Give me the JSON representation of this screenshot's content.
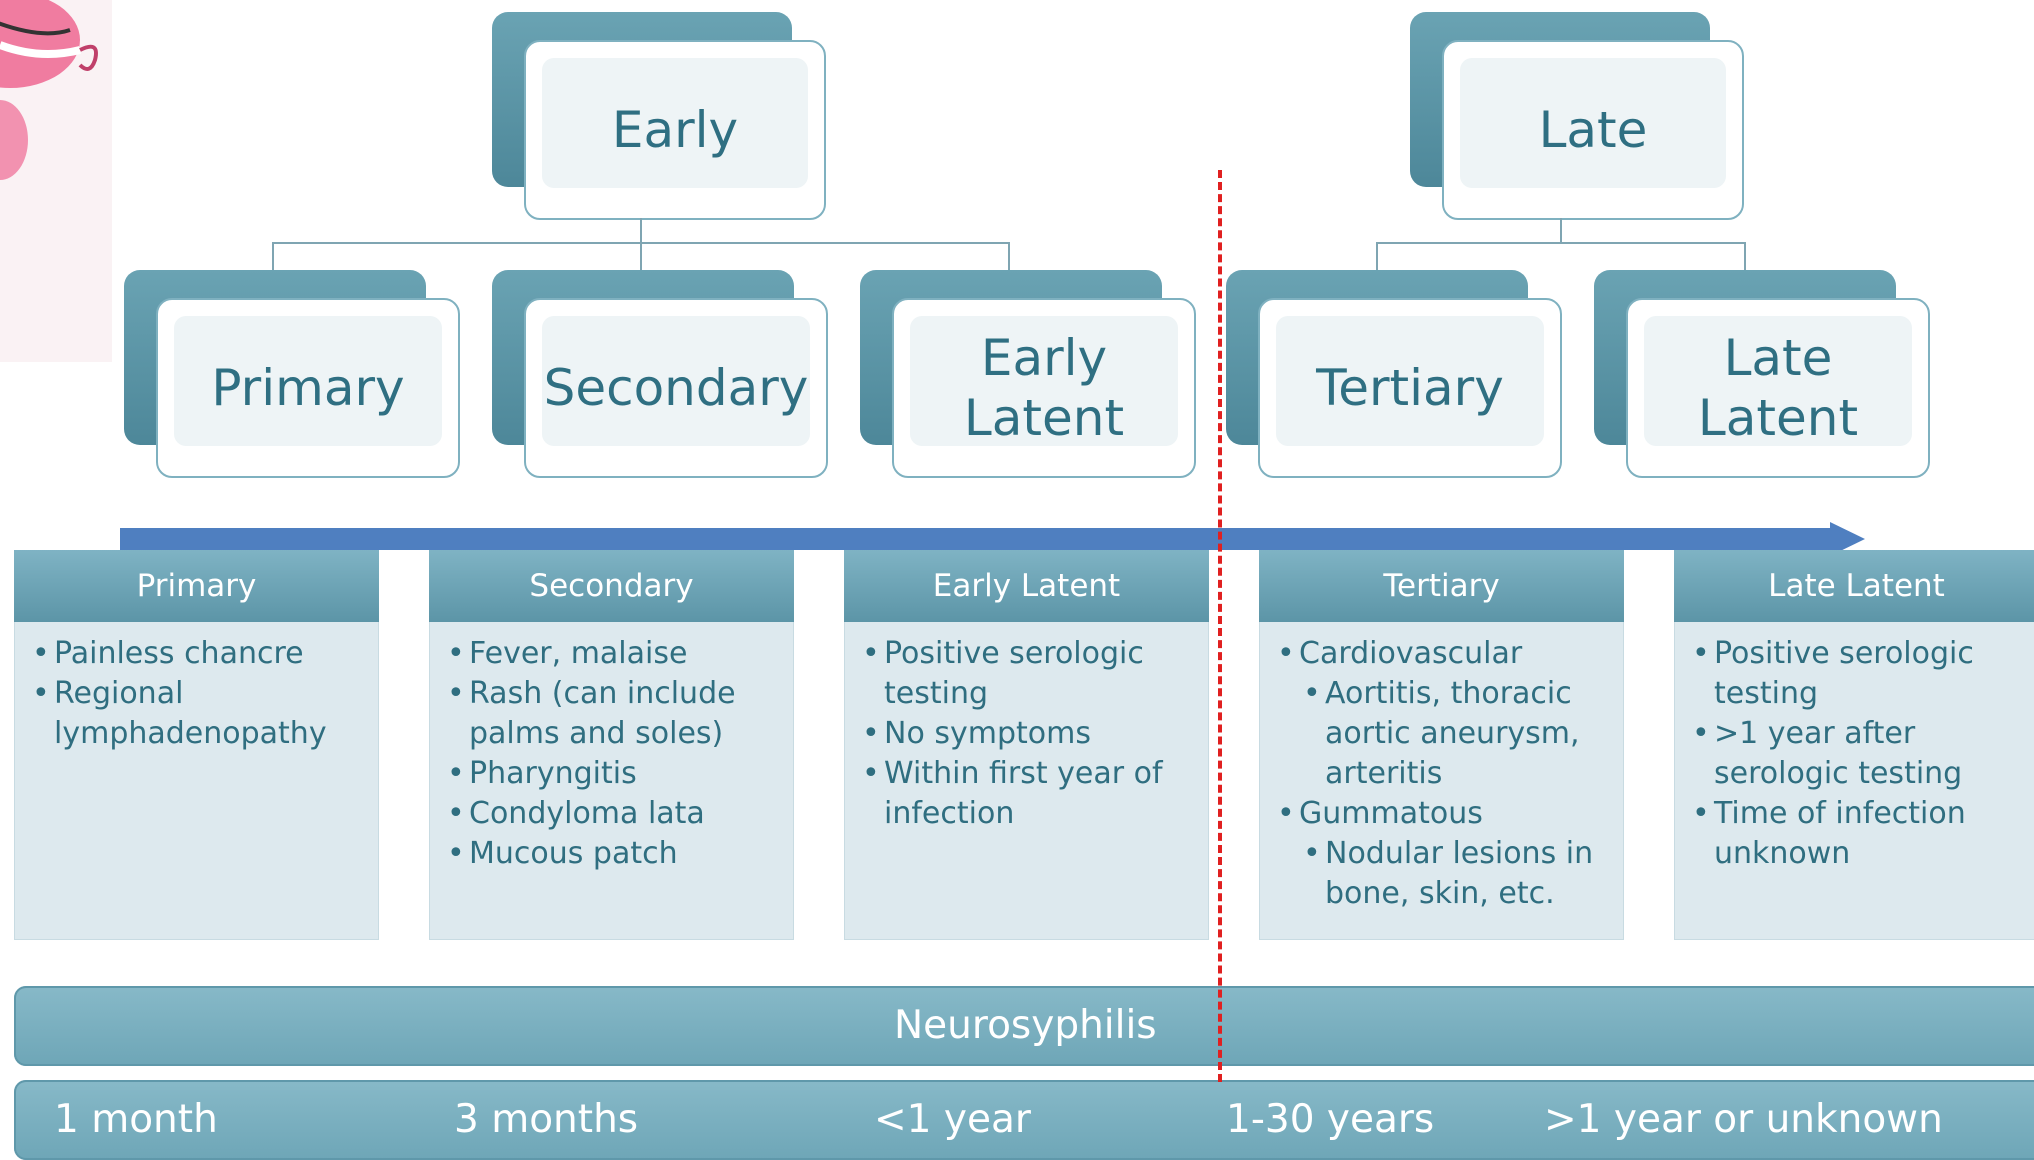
{
  "hierarchy": {
    "early": "Early",
    "late": "Late",
    "primary": "Primary",
    "secondary": "Secondary",
    "early_latent": "Early\nLatent",
    "tertiary": "Tertiary",
    "late_latent": "Late\nLatent"
  },
  "stages": [
    {
      "title": "Primary",
      "items": [
        "Painless chancre",
        "Regional lymphadenopathy"
      ]
    },
    {
      "title": "Secondary",
      "items": [
        "Fever, malaise",
        "Rash (can include palms and soles)",
        "Pharyngitis",
        "Condyloma lata",
        "Mucous patch"
      ]
    },
    {
      "title": "Early Latent",
      "items": [
        "Positive serologic testing",
        "No symptoms",
        "Within first year of infection"
      ]
    },
    {
      "title": "Tertiary",
      "items": [
        "Cardiovascular",
        "Aortitis, thoracic aortic aneurysm, arteritis",
        "Gummatous",
        "Nodular lesions in bone, skin, etc."
      ]
    },
    {
      "title": "Late Latent",
      "items": [
        "Positive serologic testing",
        ">1 year after serologic testing",
        "Time of infection unknown"
      ]
    }
  ],
  "neurosyphilis": "Neurosyphilis",
  "timeline": {
    "t1": "1 month",
    "t2": "3 months",
    "t3": "<1 year",
    "t4": "1-30 years",
    "t5": ">1 year or unknown"
  },
  "colors": {
    "teal_dark": "#4d8799",
    "teal_light": "#7fb3c4",
    "arrow": "#4f7fc0",
    "divider": "#e02020"
  }
}
